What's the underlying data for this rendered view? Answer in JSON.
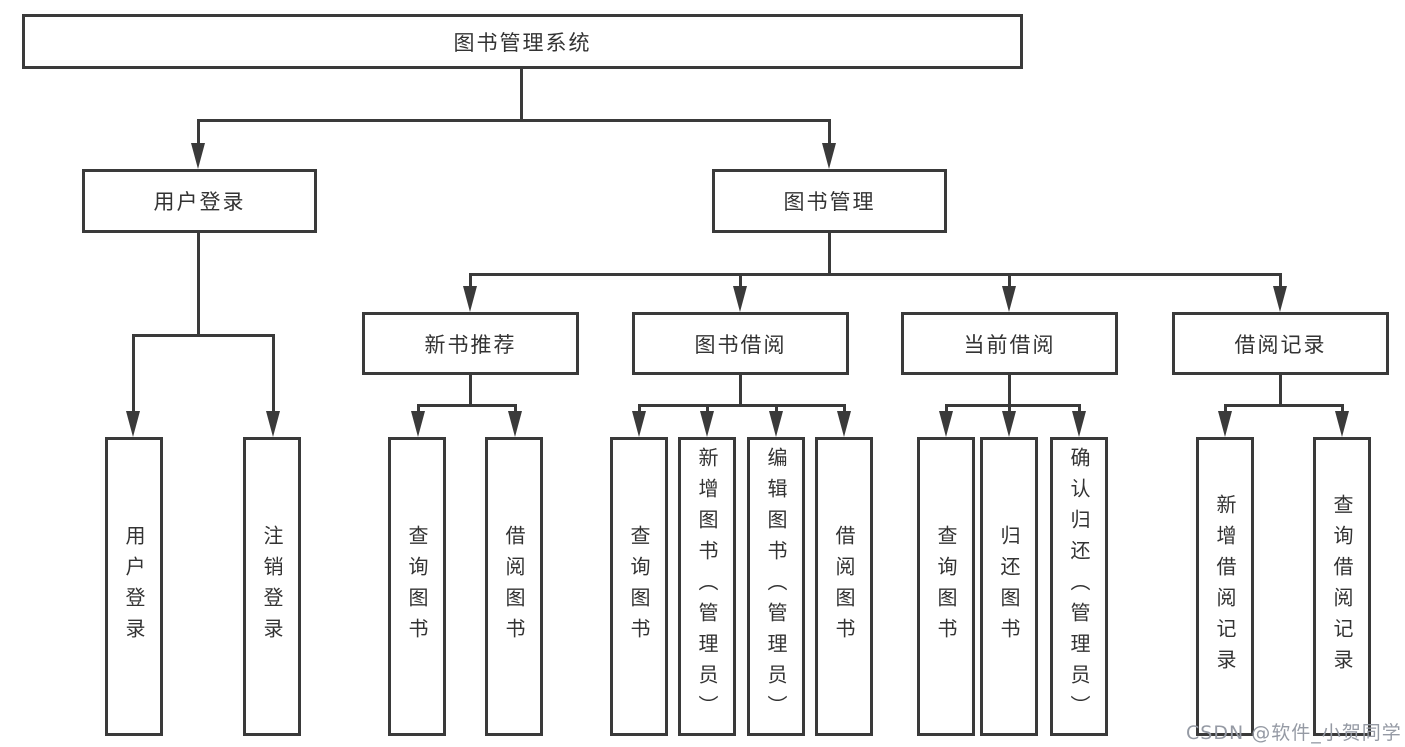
{
  "tree": {
    "root": "图书管理系统",
    "children": [
      {
        "label": "用户登录",
        "children": [
          {
            "label": "用户登录"
          },
          {
            "label": "注销登录"
          }
        ]
      },
      {
        "label": "图书管理",
        "children": [
          {
            "label": "新书推荐",
            "children": [
              {
                "label": "查询图书"
              },
              {
                "label": "借阅图书"
              }
            ]
          },
          {
            "label": "图书借阅",
            "children": [
              {
                "label": "查询图书"
              },
              {
                "label": "新增图书（管理员）"
              },
              {
                "label": "编辑图书（管理员）"
              },
              {
                "label": "借阅图书"
              }
            ]
          },
          {
            "label": "当前借阅",
            "children": [
              {
                "label": "查询图书"
              },
              {
                "label": "归还图书"
              },
              {
                "label": "确认归还（管理员）"
              }
            ]
          },
          {
            "label": "借阅记录",
            "children": [
              {
                "label": "新增借阅记录"
              },
              {
                "label": "查询借阅记录"
              }
            ]
          }
        ]
      }
    ]
  },
  "watermark": "CSDN @软件_小贺同学",
  "colors": {
    "line": "#3a3a3a",
    "text": "#333333",
    "watermark": "#959aa4",
    "background": "#ffffff"
  }
}
